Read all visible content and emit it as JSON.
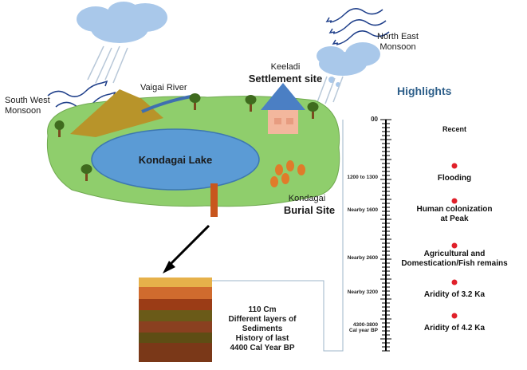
{
  "labels": {
    "south_west_monsoon": [
      "South West",
      "Monsoon"
    ],
    "north_east_monsoon": [
      "North East",
      "Monsoon"
    ],
    "vaigai_river": "Vaigai River",
    "keeladi": "Keeladi",
    "settlement_site": "Settlement site",
    "kondagai_lake": "Kondagai Lake",
    "kondagai": "Kondagai",
    "burial_site": "Burial Site",
    "highlights": "Highlights",
    "sediment_note": [
      "110 Cm",
      "Different layers of",
      "Sediments",
      "History of last",
      "4400 Cal Year BP"
    ]
  },
  "timeline": {
    "ticks": [
      {
        "label": "00"
      },
      {
        "label": "1200 to 1300"
      },
      {
        "label": "Nearby 1600"
      },
      {
        "label": "Nearby 2600"
      },
      {
        "label": "Nearby 3200"
      },
      {
        "label": "4300-3800",
        "sub": "Cal year BP"
      }
    ],
    "events": [
      {
        "label": [
          "Recent"
        ],
        "dot": false
      },
      {
        "label": [
          "Flooding"
        ],
        "dot": true
      },
      {
        "label": [
          "Human colonization",
          "at Peak"
        ],
        "dot": true
      },
      {
        "label": [
          "Agricultural and",
          "Domestication/Fish remains"
        ],
        "dot": true
      },
      {
        "label": [
          "Aridity of 3.2 Ka"
        ],
        "dot": true
      },
      {
        "label": [
          "Aridity of 4.2 Ka"
        ],
        "dot": true
      }
    ]
  },
  "colors": {
    "grass": "#8fce6c",
    "lake": "#5b9bd5",
    "cloud": "#a9c8ea",
    "highlight_title": "#2e5f8a",
    "dot": "#e0202a"
  }
}
